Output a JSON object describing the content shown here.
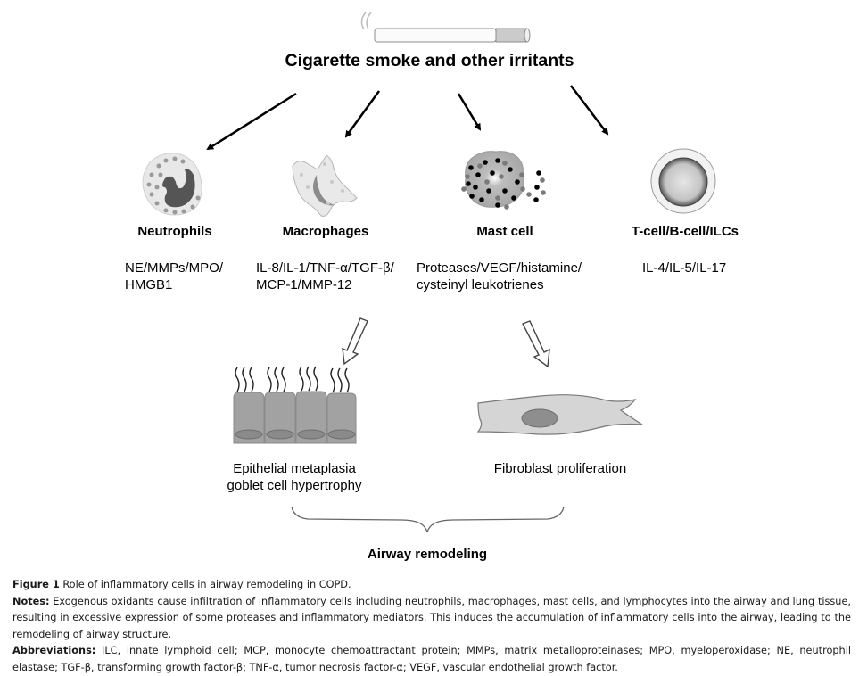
{
  "diagram": {
    "title": "Cigarette smoke and other irritants",
    "source_icon": "cigarette-icon",
    "cells": [
      {
        "id": "neutrophils",
        "label": "Neutrophils",
        "icon": "neutrophil-icon",
        "mediators_line1": "NE/MMPs/MPO/",
        "mediators_line2": "HMGB1"
      },
      {
        "id": "macrophages",
        "label": "Macrophages",
        "icon": "macrophage-icon",
        "mediators_line1": "IL-8/IL-1/TNF-α/TGF-β/",
        "mediators_line2": "MCP-1/MMP-12"
      },
      {
        "id": "mast-cell",
        "label": "Mast cell",
        "icon": "mast-cell-icon",
        "mediators_line1": "Proteases/VEGF/histamine/",
        "mediators_line2": "cysteinyl leukotrienes"
      },
      {
        "id": "lymphocytes",
        "label": "T-cell/B-cell/ILCs",
        "icon": "lymphocyte-icon",
        "mediators_line1": "IL-4/IL-5/IL-17",
        "mediators_line2": ""
      }
    ],
    "outcomes": [
      {
        "id": "epithelial",
        "icon": "epithelium-icon",
        "line1": "Epithelial metaplasia",
        "line2": "goblet cell hypertrophy"
      },
      {
        "id": "fibroblast",
        "icon": "fibroblast-icon",
        "line1": "Fibroblast proliferation",
        "line2": ""
      }
    ],
    "result": "Airway remodeling"
  },
  "caption": {
    "figure_label": "Figure 1",
    "figure_title": "Role of inflammatory cells in airway remodeling in COPD.",
    "notes_label": "Notes:",
    "notes_text": "Exogenous oxidants cause infiltration of inflammatory cells including neutrophils, macrophages, mast cells, and lymphocytes into the airway and lung tissue, resulting in excessive expression of some proteases and inflammatory mediators. This induces the accumulation of inflammatory cells into the airway, leading to the remodeling of airway structure.",
    "abbreviations_label": "Abbreviations:",
    "abbreviations_text": "ILC, innate lymphoid cell; MCP, monocyte chemoattractant protein; MMPs, matrix metalloproteinases; MPO, myeloperoxidase; NE, neutrophil elastase; TGF-β, transforming growth factor-β; TNF-α, tumor necrosis factor-α; VEGF, vascular endothelial growth factor."
  }
}
